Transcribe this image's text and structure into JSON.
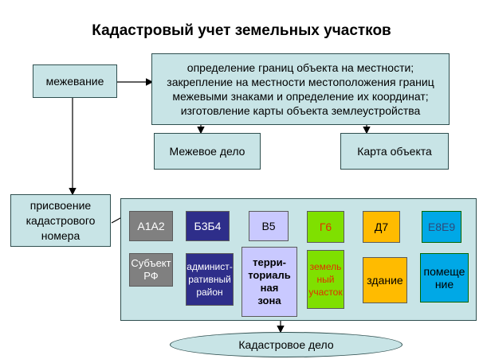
{
  "title": "Кадастровый учет земельных участков",
  "mezhevanie": "межевание",
  "definition_lines": [
    "определение границ объекта на местности;",
    "закрепление на местности местоположения границ",
    "межевыми знаками и определение их координат;",
    "изготовление карты объекта землеустройства"
  ],
  "mezhevoe_delo": "Межевое дело",
  "karta_obekta": "Карта объекта",
  "prisvoenie_lines": [
    "присвоение",
    "кадастрового",
    "номера"
  ],
  "codes": [
    "А1А2",
    "Б3Б4",
    "В5",
    "Г6",
    "Д7",
    "Е8Е9"
  ],
  "desc_subject": [
    "Субъект",
    "РФ"
  ],
  "desc_district": [
    "админист-",
    "ративный",
    "район"
  ],
  "desc_zone": [
    "терри-",
    "ториаль",
    "ная",
    "зона"
  ],
  "desc_plot": [
    "земель",
    "ный",
    "участок"
  ],
  "desc_building": "здание",
  "desc_room": [
    "помеще",
    "ние"
  ],
  "kadastrovoe_delo": "Кадастровое дело",
  "colors": {
    "panel": "#c8e4e6",
    "gray": "#808080",
    "navy": "#2e2e8a",
    "lavender": "#c9c9ff",
    "green": "#7fe000",
    "orange": "#ffbb00",
    "cyan": "#00a8e6",
    "red_text": "#e03000"
  }
}
